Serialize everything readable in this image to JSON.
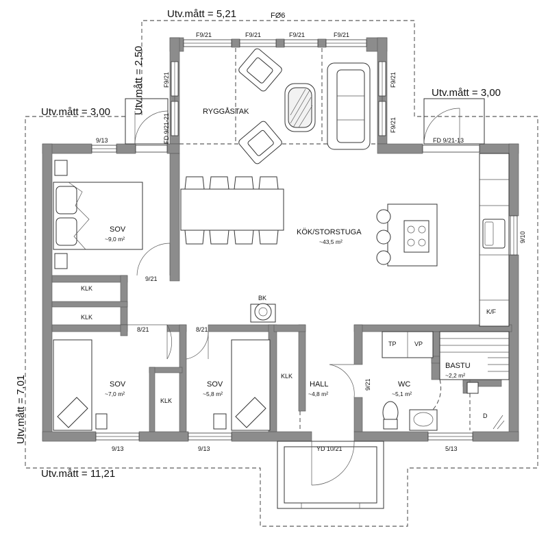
{
  "dimensions": {
    "top_annex_width": "Utv.mått = 5,21",
    "top_annex_depth": "Utv.mått = 2,50",
    "left_wing_width": "Utv.mått = 3,00",
    "right_wing_width": "Utv.mått = 3,00",
    "total_width": "Utv.mått = 11,21",
    "total_depth": "Utv.mått = 7,01"
  },
  "rooms": {
    "porch_label": "RYGGÅSTAK",
    "kitchen_name": "KÖK/STORSTUGA",
    "kitchen_area": "~43,5 m²",
    "sov1_name": "SOV",
    "sov1_area": "~9,0 m²",
    "sov2_name": "SOV",
    "sov2_area": "~7,0 m²",
    "sov3_name": "SOV",
    "sov3_area": "~5,8 m²",
    "hall_name": "HALL",
    "hall_area": "~4,8 m²",
    "wc_name": "WC",
    "wc_area": "~5,1 m²",
    "bastu_name": "BASTU",
    "bastu_area": "~2,2 m²"
  },
  "fixtures": {
    "closet": "KLK",
    "stove": "BK",
    "fridge": "K/F",
    "tp": "TP",
    "vp": "VP",
    "dusch": "D"
  },
  "openings": {
    "fo6": "FØ6",
    "f921": "F9/21",
    "fd921_21": "FD 9/21-21",
    "fd921_13": "FD 9/21-13",
    "w913": "9/13",
    "d921": "9/21",
    "d821": "8/21",
    "w910": "9/10",
    "yd1021": "YD 10/21",
    "w513": "5/13"
  }
}
